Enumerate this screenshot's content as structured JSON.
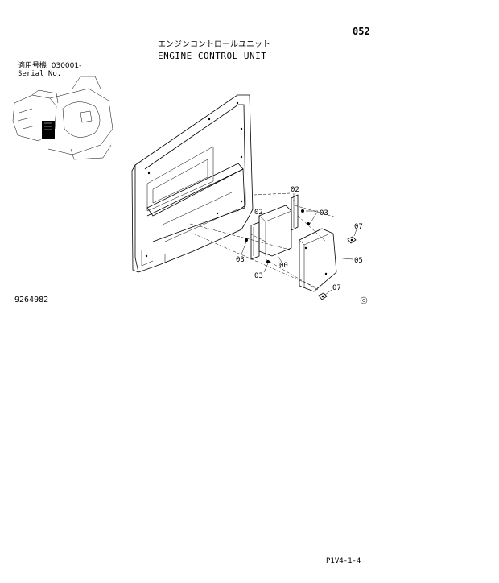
{
  "header": {
    "page_number": "052",
    "title_jp": "エンジンコントロールユニット",
    "title_en": "ENGINE CONTROL UNIT"
  },
  "serial": {
    "label_jp": "適用号機",
    "value": "030001-",
    "label_en": "Serial No."
  },
  "parts": {
    "p00": "00",
    "p02a": "02",
    "p02b": "02",
    "p03a": "03",
    "p03b": "03",
    "p03c": "03",
    "p05": "05",
    "p07a": "07",
    "p07b": "07"
  },
  "footer": {
    "drawing_number": "9264982",
    "sheet_code": "P1V4-1-4"
  }
}
